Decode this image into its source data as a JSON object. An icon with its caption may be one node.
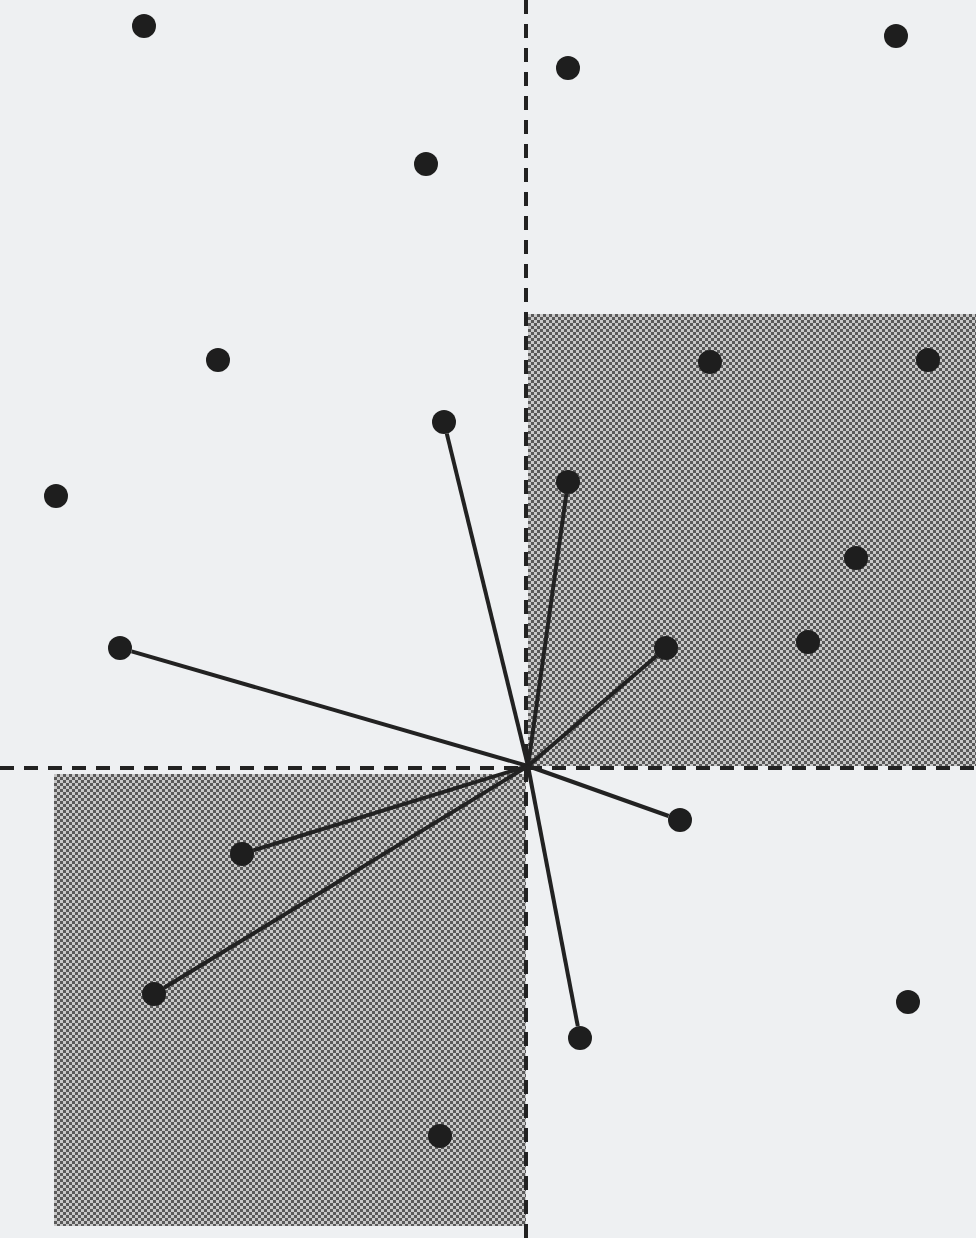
{
  "diagram": {
    "nodes": [
      {
        "text": [],
        "shape": "box"
      },
      {
        "text": [],
        "shape": "box"
      },
      {
        "text": [],
        "shape": "circle"
      },
      {
        "text": [],
        "shape": "circle"
      },
      {
        "text": [],
        "shape": "circle"
      },
      {
        "text": [],
        "shape": "circle"
      },
      {
        "text": [],
        "shape": "circle"
      },
      {
        "text": [],
        "shape": "circle",
        "in": 0
      },
      {
        "text": [],
        "shape": "circle",
        "in": 0
      },
      {
        "text": [],
        "shape": "circle"
      },
      {
        "text": [],
        "shape": "circle",
        "in": 0
      },
      {
        "text": [],
        "shape": "circle"
      },
      {
        "text": [],
        "shape": "circle",
        "in": 0
      },
      {
        "text": [],
        "shape": "circle"
      },
      {
        "text": [],
        "shape": "circle",
        "in": 0
      },
      {
        "text": [],
        "shape": "circle",
        "in": 0
      },
      {
        "text": [],
        "shape": "circle"
      },
      {
        "text": [],
        "shape": "circle",
        "in": 1
      },
      {
        "text": [],
        "shape": "circle",
        "in": 1
      },
      {
        "text": [],
        "shape": "circle"
      },
      {
        "text": [],
        "shape": "circle"
      },
      {
        "text": [],
        "shape": "circle",
        "in": 1
      }
    ],
    "edges": [
      {
        "from": 0,
        "to": 9,
        "arrow": "none"
      },
      {
        "from": 0,
        "to": 10,
        "arrow": "none"
      },
      {
        "from": 0,
        "to": 13,
        "arrow": "none"
      },
      {
        "from": 0,
        "to": 14,
        "arrow": "none"
      },
      {
        "from": 0,
        "to": 16,
        "arrow": "none"
      },
      {
        "from": 0,
        "to": 17,
        "arrow": "none"
      },
      {
        "from": 0,
        "to": 18,
        "arrow": "none"
      },
      {
        "from": 0,
        "to": 20,
        "arrow": "none"
      }
    ]
  }
}
